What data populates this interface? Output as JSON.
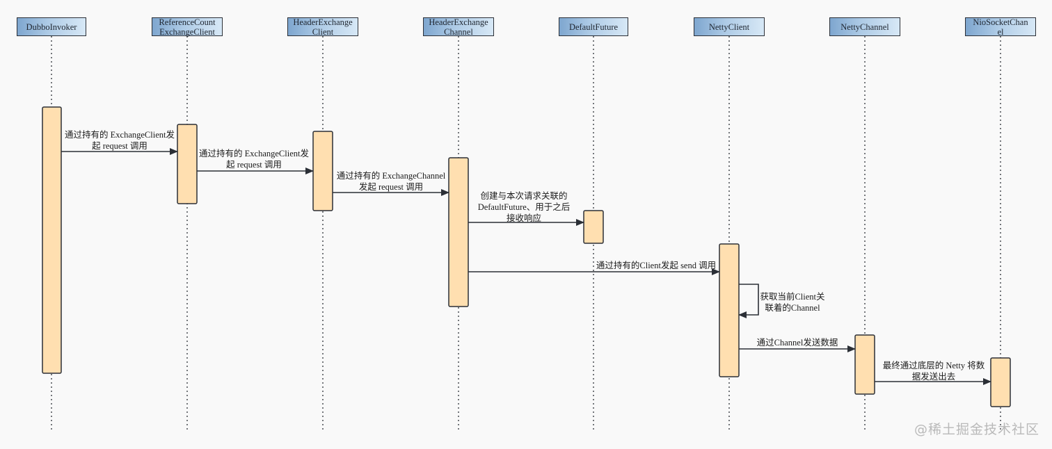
{
  "participants": [
    {
      "id": "dubbo-invoker",
      "line1": "DubboInvoker",
      "line2": ""
    },
    {
      "id": "reference-count-exchange-client",
      "line1": "ReferenceCount",
      "line2": "ExchangeClient"
    },
    {
      "id": "header-exchange-client",
      "line1": "HeaderExchange",
      "line2": "Client"
    },
    {
      "id": "header-exchange-channel",
      "line1": "HeaderExchange",
      "line2": "Channel"
    },
    {
      "id": "default-future",
      "line1": "DefaultFuture",
      "line2": ""
    },
    {
      "id": "netty-client",
      "line1": "NettyClient",
      "line2": ""
    },
    {
      "id": "netty-channel",
      "line1": "NettyChannel",
      "line2": ""
    },
    {
      "id": "nio-socket-channel",
      "line1": "NioSocketChan",
      "line2": "el"
    }
  ],
  "messages": [
    {
      "id": "msg-1",
      "lines": [
        "通过持有的 ExchangeClient发",
        "起 request 调用"
      ]
    },
    {
      "id": "msg-2",
      "lines": [
        "通过持有的 ExchangeClient发",
        "起 request 调用"
      ]
    },
    {
      "id": "msg-3",
      "lines": [
        "通过持有的 ExchangeChannel",
        "发起 request 调用"
      ]
    },
    {
      "id": "msg-4",
      "lines": [
        "创建与本次请求关联的",
        "DefaultFuture、用于之后",
        "接收响应"
      ]
    },
    {
      "id": "msg-5",
      "lines": [
        "通过持有的Client发起 send 调用"
      ]
    },
    {
      "id": "msg-6",
      "lines": [
        "获取当前Client关",
        "联着的Channel"
      ]
    },
    {
      "id": "msg-7",
      "lines": [
        "通过Channel发送数据"
      ]
    },
    {
      "id": "msg-8",
      "lines": [
        "最终通过底层的 Netty 将数",
        "据发送出去"
      ]
    }
  ],
  "watermark": "@稀土掘金技术社区",
  "colors": {
    "header_gradient": [
      "#7ea6cf",
      "#d7e8f6"
    ],
    "activation_fill": "#ffdfb0",
    "stroke": "#2b2f36"
  }
}
